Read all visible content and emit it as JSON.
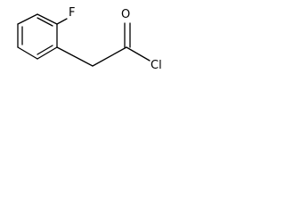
{
  "molecule": {
    "atoms": {
      "fluorine": "F",
      "oxygen": "O",
      "chlorine": "Cl"
    }
  },
  "colors": {
    "bond": "#000000",
    "label": "#000000",
    "background": "#ffffff"
  }
}
